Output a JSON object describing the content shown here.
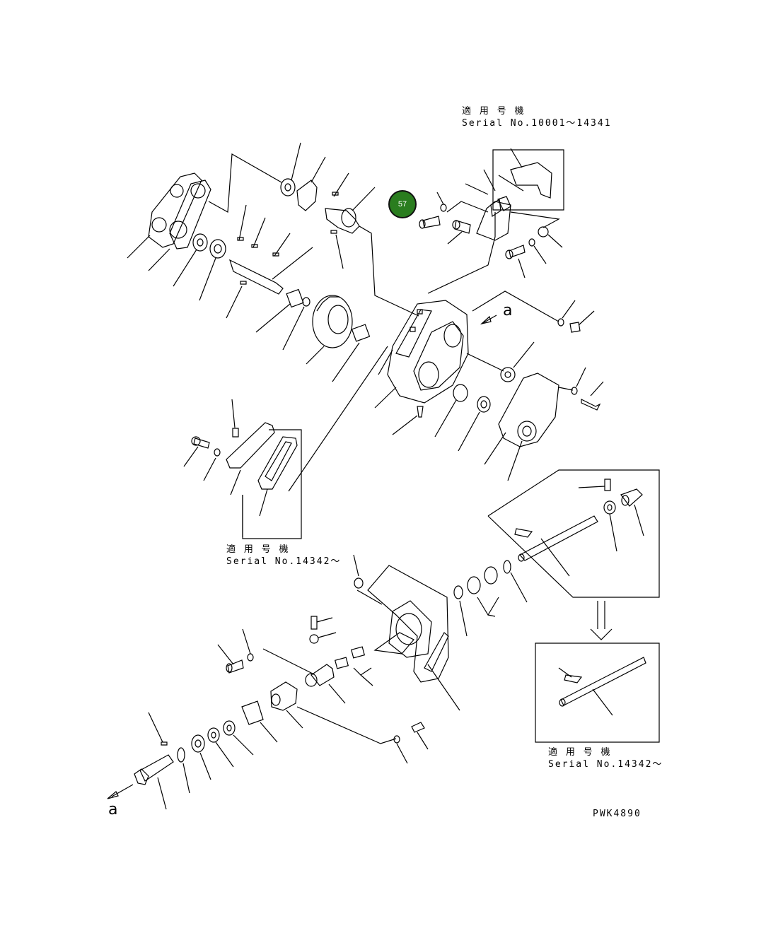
{
  "notes": {
    "upper_right": {
      "line1": "適 用 号 機",
      "line2": "Serial No.10001～14341"
    },
    "middle_left": {
      "line1": "適 用 号 機",
      "line2": "Serial No.14342～"
    },
    "lower_right": {
      "line1": "適 用 号 機",
      "line2": "Serial No.14342～"
    }
  },
  "arrow_labels": {
    "upper": "a",
    "lower": "a"
  },
  "callout": {
    "label": "57",
    "color": "#2a7d1f"
  },
  "drawing_code": "PWK4890"
}
